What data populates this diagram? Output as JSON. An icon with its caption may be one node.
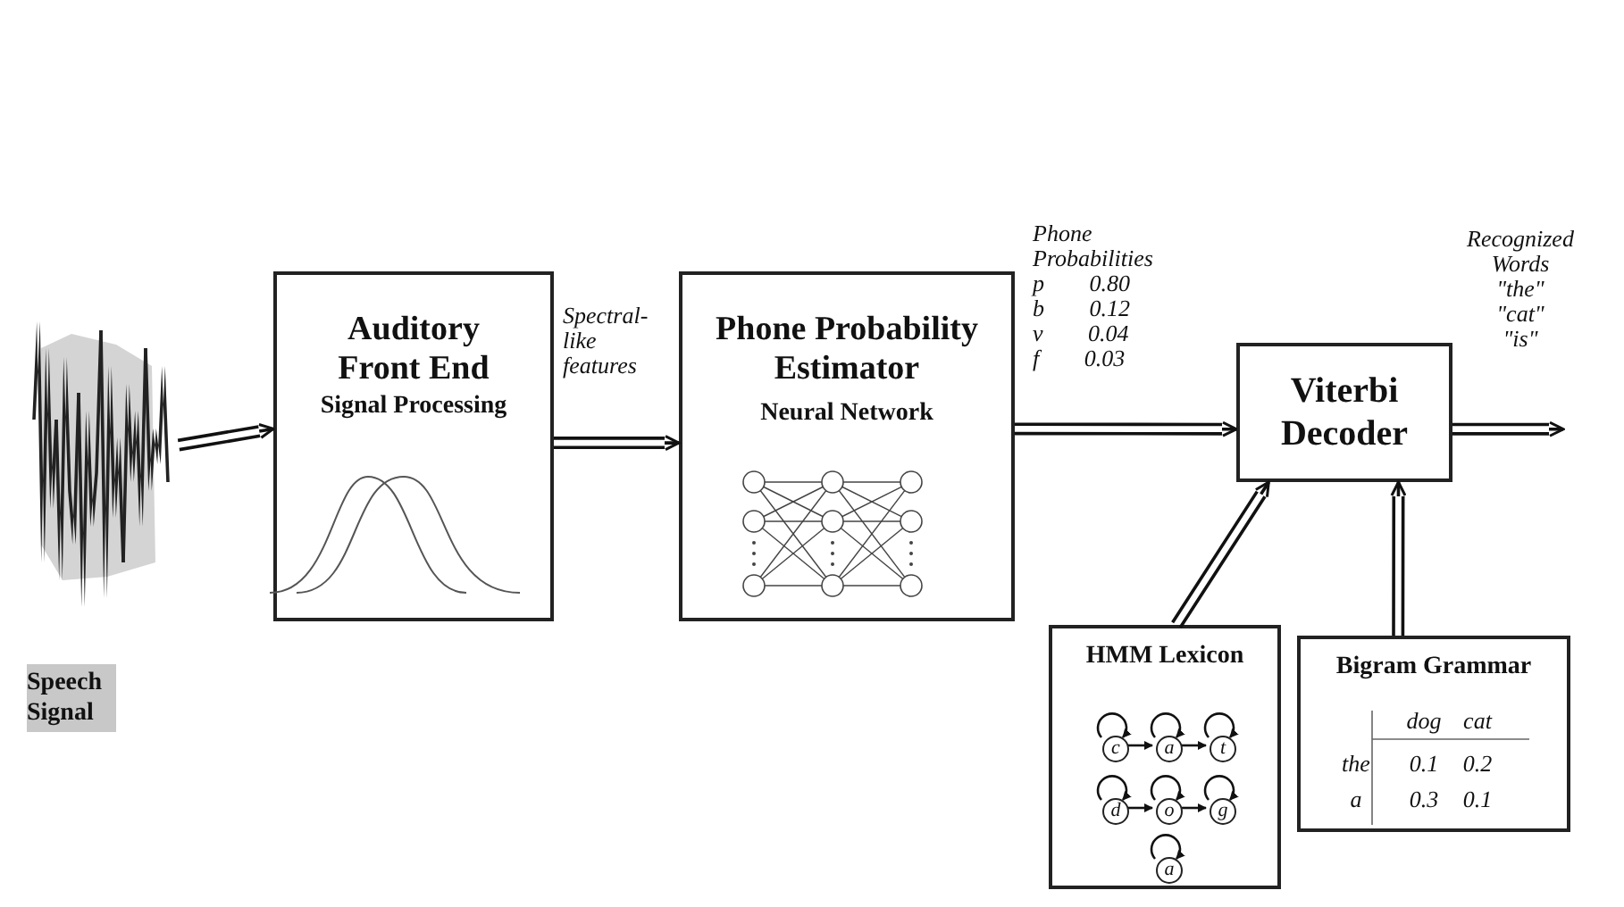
{
  "diagram": {
    "nodes": [
      {
        "text": [],
        "shape": "picture",
        "beside": [
          "Speech Signal"
        ]
      },
      {
        "text": [
          "Auditory Front End",
          "Signal Processing"
        ]
      },
      {
        "text": [
          "Phone Probability Estimator",
          "Neural Network"
        ]
      },
      {
        "text": [
          "Viterbi Decoder"
        ]
      },
      {
        "text": [
          "HMM Lexicon"
        ]
      },
      {
        "text": [
          "c"
        ],
        "in": 4
      },
      {
        "text": [
          "a"
        ],
        "in": 4
      },
      {
        "text": [
          "t"
        ],
        "in": 4
      },
      {
        "text": [
          "d"
        ],
        "in": 4
      },
      {
        "text": [
          "o"
        ],
        "in": 4
      },
      {
        "text": [
          "g"
        ],
        "in": 4
      },
      {
        "text": [
          "a"
        ],
        "in": 4
      },
      {
        "text": [
          "Bigram Grammar",
          "dog",
          "cat",
          "the",
          "0.1",
          "0.2",
          "a",
          "0.3",
          "0.1"
        ]
      }
    ],
    "edges": [
      {
        "from": 0,
        "to": 1,
        "arrow": "to"
      },
      {
        "from": 1,
        "to": 2,
        "arrow": "to",
        "label": "Spectral-like features"
      },
      {
        "from": 2,
        "to": 3,
        "arrow": "to",
        "label": "Phone Probabilities p 0.80 b 0.12 v 0.04 f 0.03"
      },
      {
        "from": 3,
        "to": null,
        "arrow": "to",
        "label": "Recognized Words \"the\" \"cat\" \"is\""
      },
      {
        "from": 4,
        "to": 3,
        "arrow": "to"
      },
      {
        "from": 12,
        "to": 3,
        "arrow": "to"
      },
      {
        "from": 5,
        "to": 6,
        "arrow": "to"
      },
      {
        "from": 6,
        "to": 7,
        "arrow": "to"
      },
      {
        "from": 8,
        "to": 9,
        "arrow": "to"
      },
      {
        "from": 9,
        "to": 10,
        "arrow": "to"
      },
      {
        "from": 5,
        "to": 5,
        "arrow": "to"
      },
      {
        "from": 6,
        "to": 6,
        "arrow": "to"
      },
      {
        "from": 7,
        "to": 7,
        "arrow": "to"
      },
      {
        "from": 8,
        "to": 8,
        "arrow": "to"
      },
      {
        "from": 9,
        "to": 9,
        "arrow": "to"
      },
      {
        "from": 10,
        "to": 10,
        "arrow": "to"
      },
      {
        "from": 11,
        "to": 11,
        "arrow": "to"
      }
    ]
  }
}
